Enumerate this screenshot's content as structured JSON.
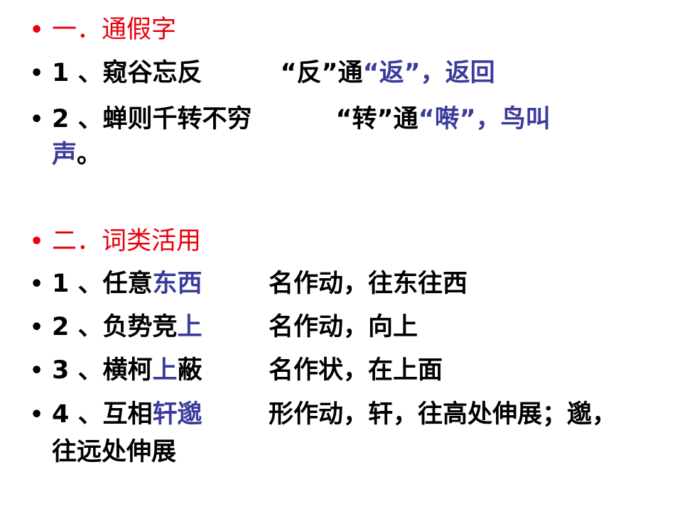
{
  "colors": {
    "heading": "#e8000b",
    "highlight": "#3b3b9b",
    "text": "#000000"
  },
  "bullet_symbol": "•",
  "section1": {
    "heading": "一．通假字",
    "item1": {
      "phrase": "1 、窥谷忘反",
      "explain_a": "“反”通",
      "explain_b": "“返”，返回"
    },
    "item2": {
      "phrase": " 2 、蝉则千转不穷",
      "explain_a": "“转”通",
      "explain_b": "“啭”，鸟叫",
      "explain_c": "声",
      "explain_d": "。"
    }
  },
  "section2": {
    "heading": "二．词类活用",
    "item1": {
      "prefix": "1 、任意",
      "word": "东西",
      "explain": "名作动，往东往西"
    },
    "item2": {
      "prefix": "2 、负势竞",
      "word": "上",
      "explain": "名作动，向上"
    },
    "item3": {
      "prefix": "3 、横柯",
      "word": "上",
      "suffix": "蔽",
      "explain": "名作状，在上面"
    },
    "item4": {
      "prefix": "4 、互相",
      "word": "轩邈",
      "explain": "形作动，轩，往高处伸展；邈，",
      "explain_cont": "往远处伸展"
    }
  }
}
